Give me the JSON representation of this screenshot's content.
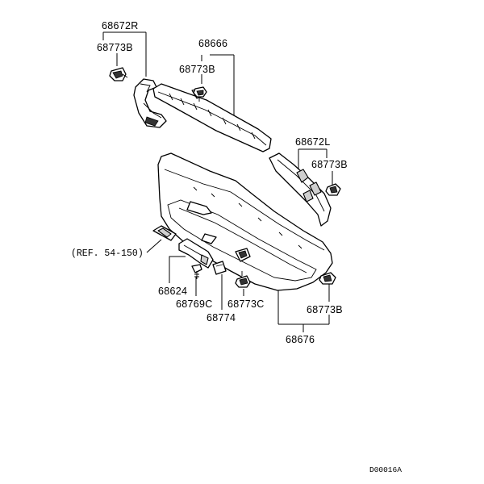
{
  "labels": {
    "p68672R": "68672R",
    "p68773B_a": "68773B",
    "p68666": "68666",
    "p68773B_b": "68773B",
    "p68672L": "68672L",
    "p68773B_c": "68773B",
    "ref": "(REF. 54-150)",
    "p68624": "68624",
    "p68769C": "68769C",
    "p68774": "68774",
    "p68773C": "68773C",
    "p68773B_d": "68773B",
    "p68676": "68676"
  },
  "diagram_code": "D00016A"
}
